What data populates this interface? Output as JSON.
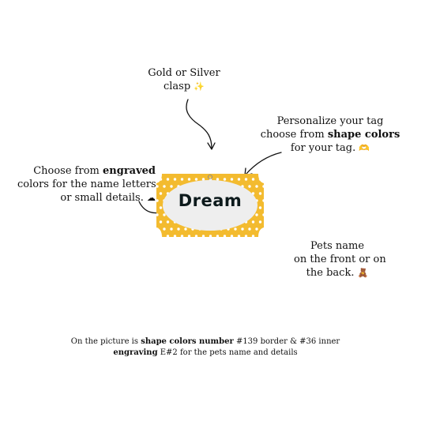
{
  "tag": {
    "name": "Dream",
    "colors": {
      "border": "#f3bb2f",
      "inner": "#eeeeee",
      "dots": "#ffffff",
      "engraving": "#0d1a1c"
    }
  },
  "notes": {
    "clasp": {
      "line1": "Gold or Silver",
      "line2": "clasp",
      "emoji": "✨"
    },
    "personalize": {
      "line1": "Personalize your tag",
      "line2_pre": "choose from ",
      "line2_bold": "shape colors",
      "line3": "for your tag.",
      "emoji": "🫶"
    },
    "engraved": {
      "line1_pre": "Choose from ",
      "line1_bold": "engraved",
      "line2": "colors for the name letters",
      "line3": "or small details.",
      "emoji": "☁"
    },
    "pets": {
      "line1": "Pets name",
      "line2": "on the front or on",
      "line3": "the back.",
      "emoji": "🧸"
    }
  },
  "caption": {
    "line1_pre": "On the picture is ",
    "line1_bold": "shape colors number",
    "line1_post": " #139 border & #36 inner",
    "line2_bold": "engraving",
    "line2_post": "  E#2 for the pets name and details"
  }
}
